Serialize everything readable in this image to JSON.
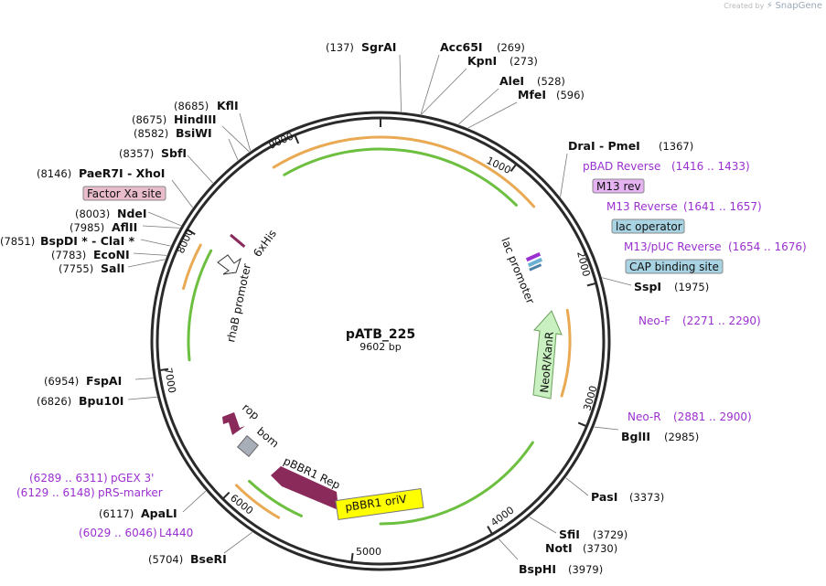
{
  "app": {
    "credit_prefix": "Created by",
    "credit_brand": "SnapGene"
  },
  "plasmid": {
    "name": "pATB_225",
    "length_label": "9602 bp",
    "length": 9602
  },
  "ticks": [
    "1000",
    "2000",
    "3000",
    "4000",
    "5000",
    "6000",
    "7000",
    "8000",
    "9000"
  ],
  "enzymes": [
    {
      "name": "SgrAI",
      "pos": "(137)"
    },
    {
      "name": "Acc65I",
      "pos": "(269)"
    },
    {
      "name": "KpnI",
      "pos": "(273)"
    },
    {
      "name": "AleI",
      "pos": "(528)"
    },
    {
      "name": "MfeI",
      "pos": "(596)"
    },
    {
      "name": "DraI  -  PmeI",
      "pos": "(1367)"
    },
    {
      "name": "SspI",
      "pos": "(1975)"
    },
    {
      "name": "BglII",
      "pos": "(2985)"
    },
    {
      "name": "PasI",
      "pos": "(3373)"
    },
    {
      "name": "SfiI",
      "pos": "(3729)"
    },
    {
      "name": "NotI",
      "pos": "(3730)"
    },
    {
      "name": "BspHI",
      "pos": "(3979)"
    },
    {
      "name": "BseRI",
      "pos": "(5704)"
    },
    {
      "name": "ApaLI",
      "pos": "(6117)"
    },
    {
      "name": "Bpu10I",
      "pos": "(6826)"
    },
    {
      "name": "FspAI",
      "pos": "(6954)"
    },
    {
      "name": "SalI",
      "pos": "(7755)"
    },
    {
      "name": "EcoNI",
      "pos": "(7783)"
    },
    {
      "name": "BspDI *  -  ClaI *",
      "pos": "(7851)"
    },
    {
      "name": "AflII",
      "pos": "(7985)"
    },
    {
      "name": "NdeI",
      "pos": "(8003)"
    },
    {
      "name": "PaeR7I  -  XhoI",
      "pos": "(8146)"
    },
    {
      "name": "SbfI",
      "pos": "(8357)"
    },
    {
      "name": "BsiWI",
      "pos": "(8582)"
    },
    {
      "name": "HindIII",
      "pos": "(8675)"
    },
    {
      "name": "KflI",
      "pos": "(8685)"
    }
  ],
  "primers": [
    {
      "name": "pBAD Reverse",
      "range": "(1416 .. 1433)"
    },
    {
      "name": "M13 Reverse",
      "range": "(1641 .. 1657)"
    },
    {
      "name": "M13/pUC Reverse",
      "range": "(1654 .. 1676)"
    },
    {
      "name": "Neo-F",
      "range": "(2271 .. 2290)"
    },
    {
      "name": "Neo-R",
      "range": "(2881 .. 2900)"
    },
    {
      "name": "pGEX 3'",
      "range": "(6289 .. 6311)"
    },
    {
      "name": "pRS-marker",
      "range": "(6129 .. 6148)"
    },
    {
      "name": "L4440",
      "range": "(6029 .. 6046)"
    }
  ],
  "boxed_features": [
    {
      "name": "M13 rev",
      "color": "#e6b3f2"
    },
    {
      "name": "lac operator",
      "color": "#a8d3e3"
    },
    {
      "name": "CAP binding site",
      "color": "#a8d3e3"
    },
    {
      "name": "Factor Xa site",
      "color": "#e9bccb"
    }
  ],
  "features": {
    "lac_promoter": "lac promoter",
    "neo": "NeoR/KanR",
    "rop": "rop",
    "bom": "bom",
    "rep": "pBBR1 Rep",
    "ori": "pBBR1 oriV",
    "his": "6xHis",
    "rhab": "rhaB promoter"
  },
  "colors": {
    "primer": "#9b30d0",
    "orf_orange": "#e8a040",
    "orf_green": "#5cb82a",
    "rep": "#8a2a5a",
    "ori": "#ffff00",
    "neo": "#c8f0c0",
    "bom": "#a8aeb8",
    "backbone": "#2a2a2a"
  }
}
